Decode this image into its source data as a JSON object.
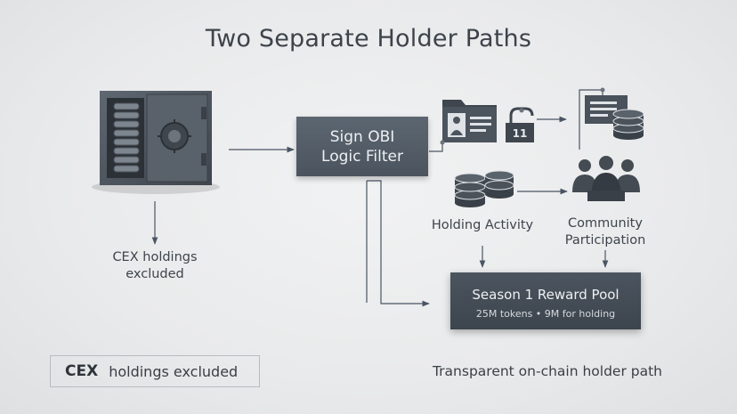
{
  "title": "Two Separate Holder Paths",
  "filter": {
    "line1": "Sign OBI",
    "line2": "Logic Filter"
  },
  "cex_label": {
    "line1": "CEX holdings",
    "line2": "excluded"
  },
  "holding_activity": "Holding Activity",
  "community": {
    "line1": "Community",
    "line2": "Participation"
  },
  "pool": {
    "title": "Season 1 Reward Pool",
    "subtitle": "25M tokens • 9M for holding"
  },
  "cex_box": {
    "strong": "CEX",
    "rest": "holdings excluded"
  },
  "footer_right": "Transparent on-chain holder path",
  "badge_number": "11",
  "icons": [
    "safe-icon",
    "id-card-icon",
    "padlock-icon",
    "document-icon",
    "coin-stack-icon",
    "community-icon"
  ],
  "colors": {
    "background": "#ebeced",
    "dark_box": "#4b545e",
    "arrow": "#4a5563"
  }
}
